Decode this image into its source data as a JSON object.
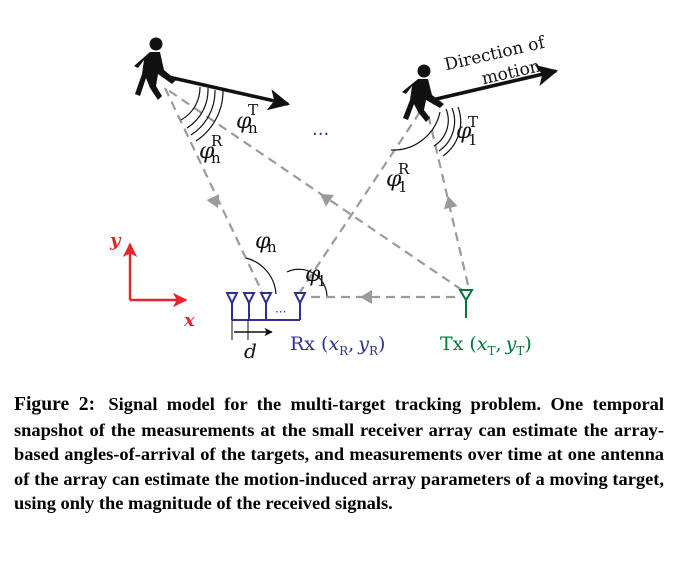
{
  "diagram": {
    "direction_label_line1": "Direction of",
    "direction_label_line2": "motion",
    "ellipsis_mid": "···",
    "ellipsis_array": "···",
    "phi": "φ",
    "sup_T": "T",
    "sup_R": "R",
    "sub_n": "n",
    "sub_1": "1",
    "axis_y": "y",
    "axis_x": "x",
    "spacing_label": "d",
    "rx_label": "Rx",
    "tx_label": "Tx",
    "coord_x": "x",
    "coord_y": "y",
    "sub_R": "R",
    "sub_T": "T",
    "open_paren": "(",
    "comma": ",",
    "close_paren": ")",
    "colors": {
      "arrow_axis": "#e8242b",
      "rx": "#2e3192",
      "tx": "#00783a",
      "dash": "#9a9a9a"
    }
  },
  "caption": {
    "figure_label": "Figure 2:",
    "text": "Signal model for the multi-target tracking problem. One temporal snapshot of the measurements at the small receiver array can estimate the array-based angles-of-arrival of the targets, and measurements over time at one antenna of the array can estimate the motion-induced array parameters of a moving target, using only the magnitude of the received signals."
  }
}
